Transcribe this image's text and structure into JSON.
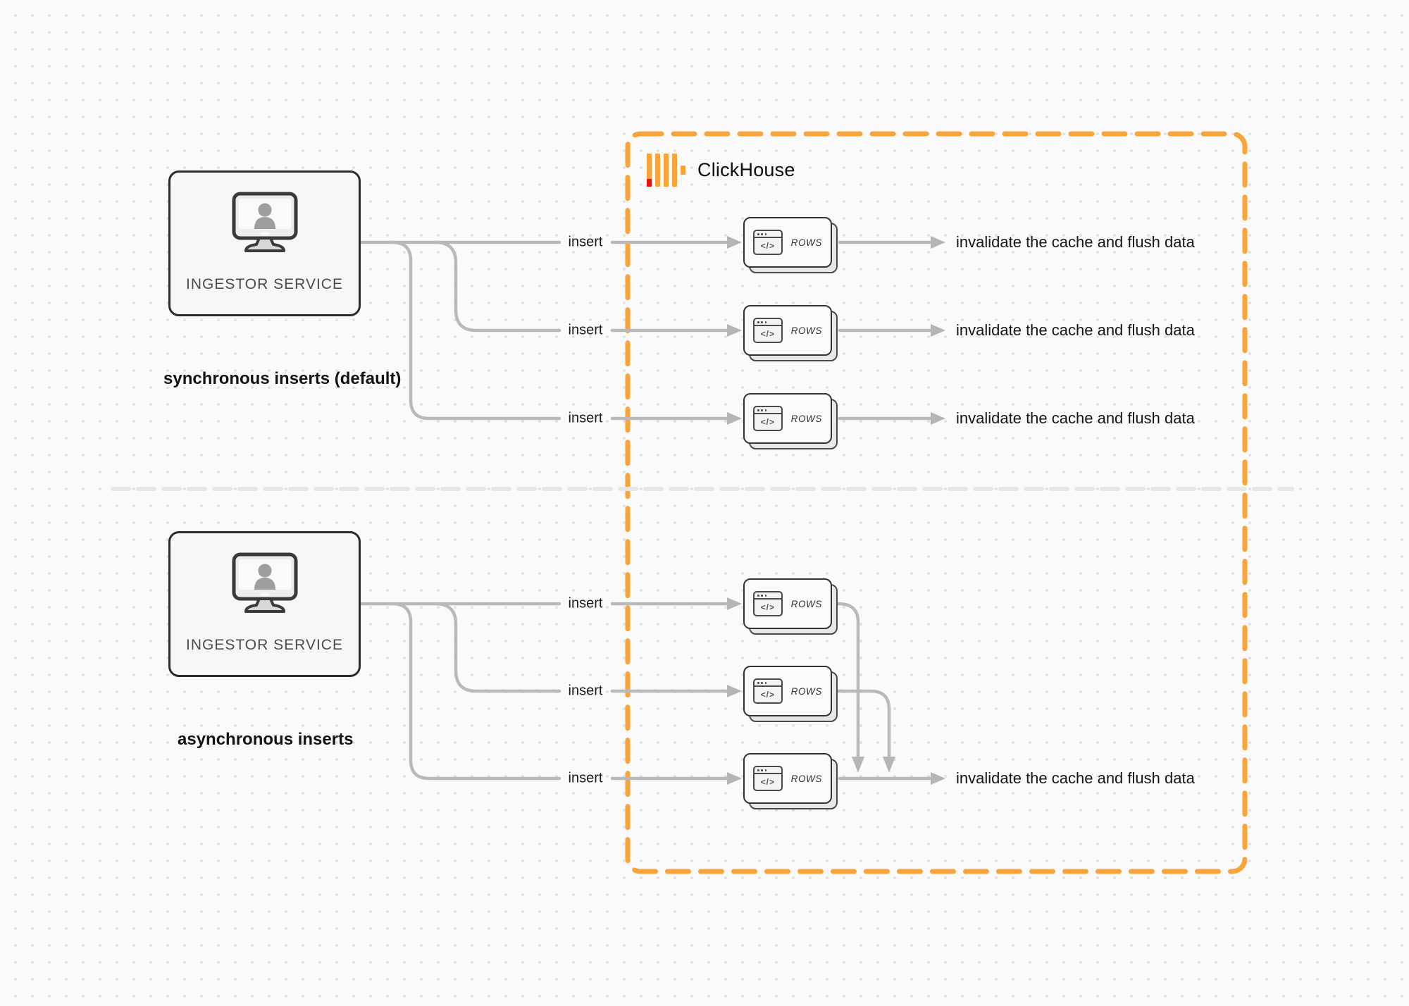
{
  "clickhouse": {
    "title": "ClickHouse"
  },
  "icons": {
    "code_glyph": "</>"
  },
  "colors": {
    "accent_orange": "#f9a43b",
    "logo_red": "#ed0f0f",
    "connector_gray": "#b9b9b9",
    "dark_border": "#2b2b2b"
  },
  "sections": {
    "sync": {
      "caption": "synchronous inserts (default)",
      "source_label": "INGESTOR SERVICE",
      "flows": [
        {
          "insert": "insert",
          "node": "ROWS",
          "result": "invalidate the cache and flush data"
        },
        {
          "insert": "insert",
          "node": "ROWS",
          "result": "invalidate the cache and flush data"
        },
        {
          "insert": "insert",
          "node": "ROWS",
          "result": "invalidate the cache and flush data"
        }
      ]
    },
    "async": {
      "caption": "asynchronous inserts",
      "source_label": "INGESTOR SERVICE",
      "flows": [
        {
          "insert": "insert",
          "node": "ROWS"
        },
        {
          "insert": "insert",
          "node": "ROWS"
        },
        {
          "insert": "insert",
          "node": "ROWS"
        }
      ],
      "result": "invalidate the cache and flush data"
    }
  }
}
